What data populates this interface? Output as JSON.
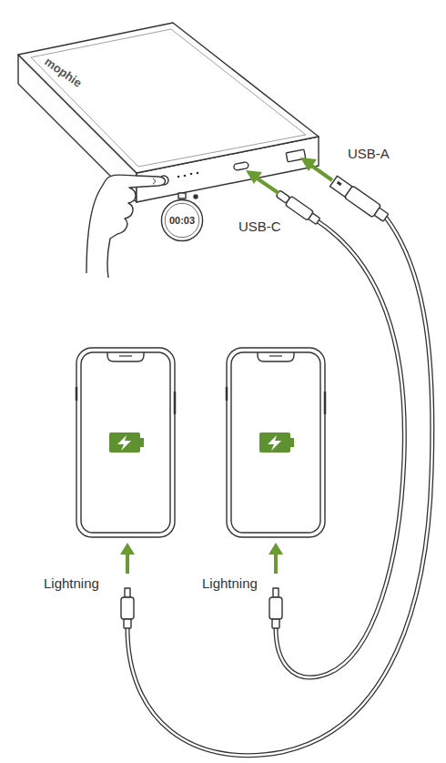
{
  "diagram": {
    "nodes": [
      {
        "text": [
          "00:03"
        ]
      }
    ],
    "labels": [
      "mophie",
      "USB-A",
      "USB-C",
      "Lightning",
      "Lightning"
    ]
  }
}
